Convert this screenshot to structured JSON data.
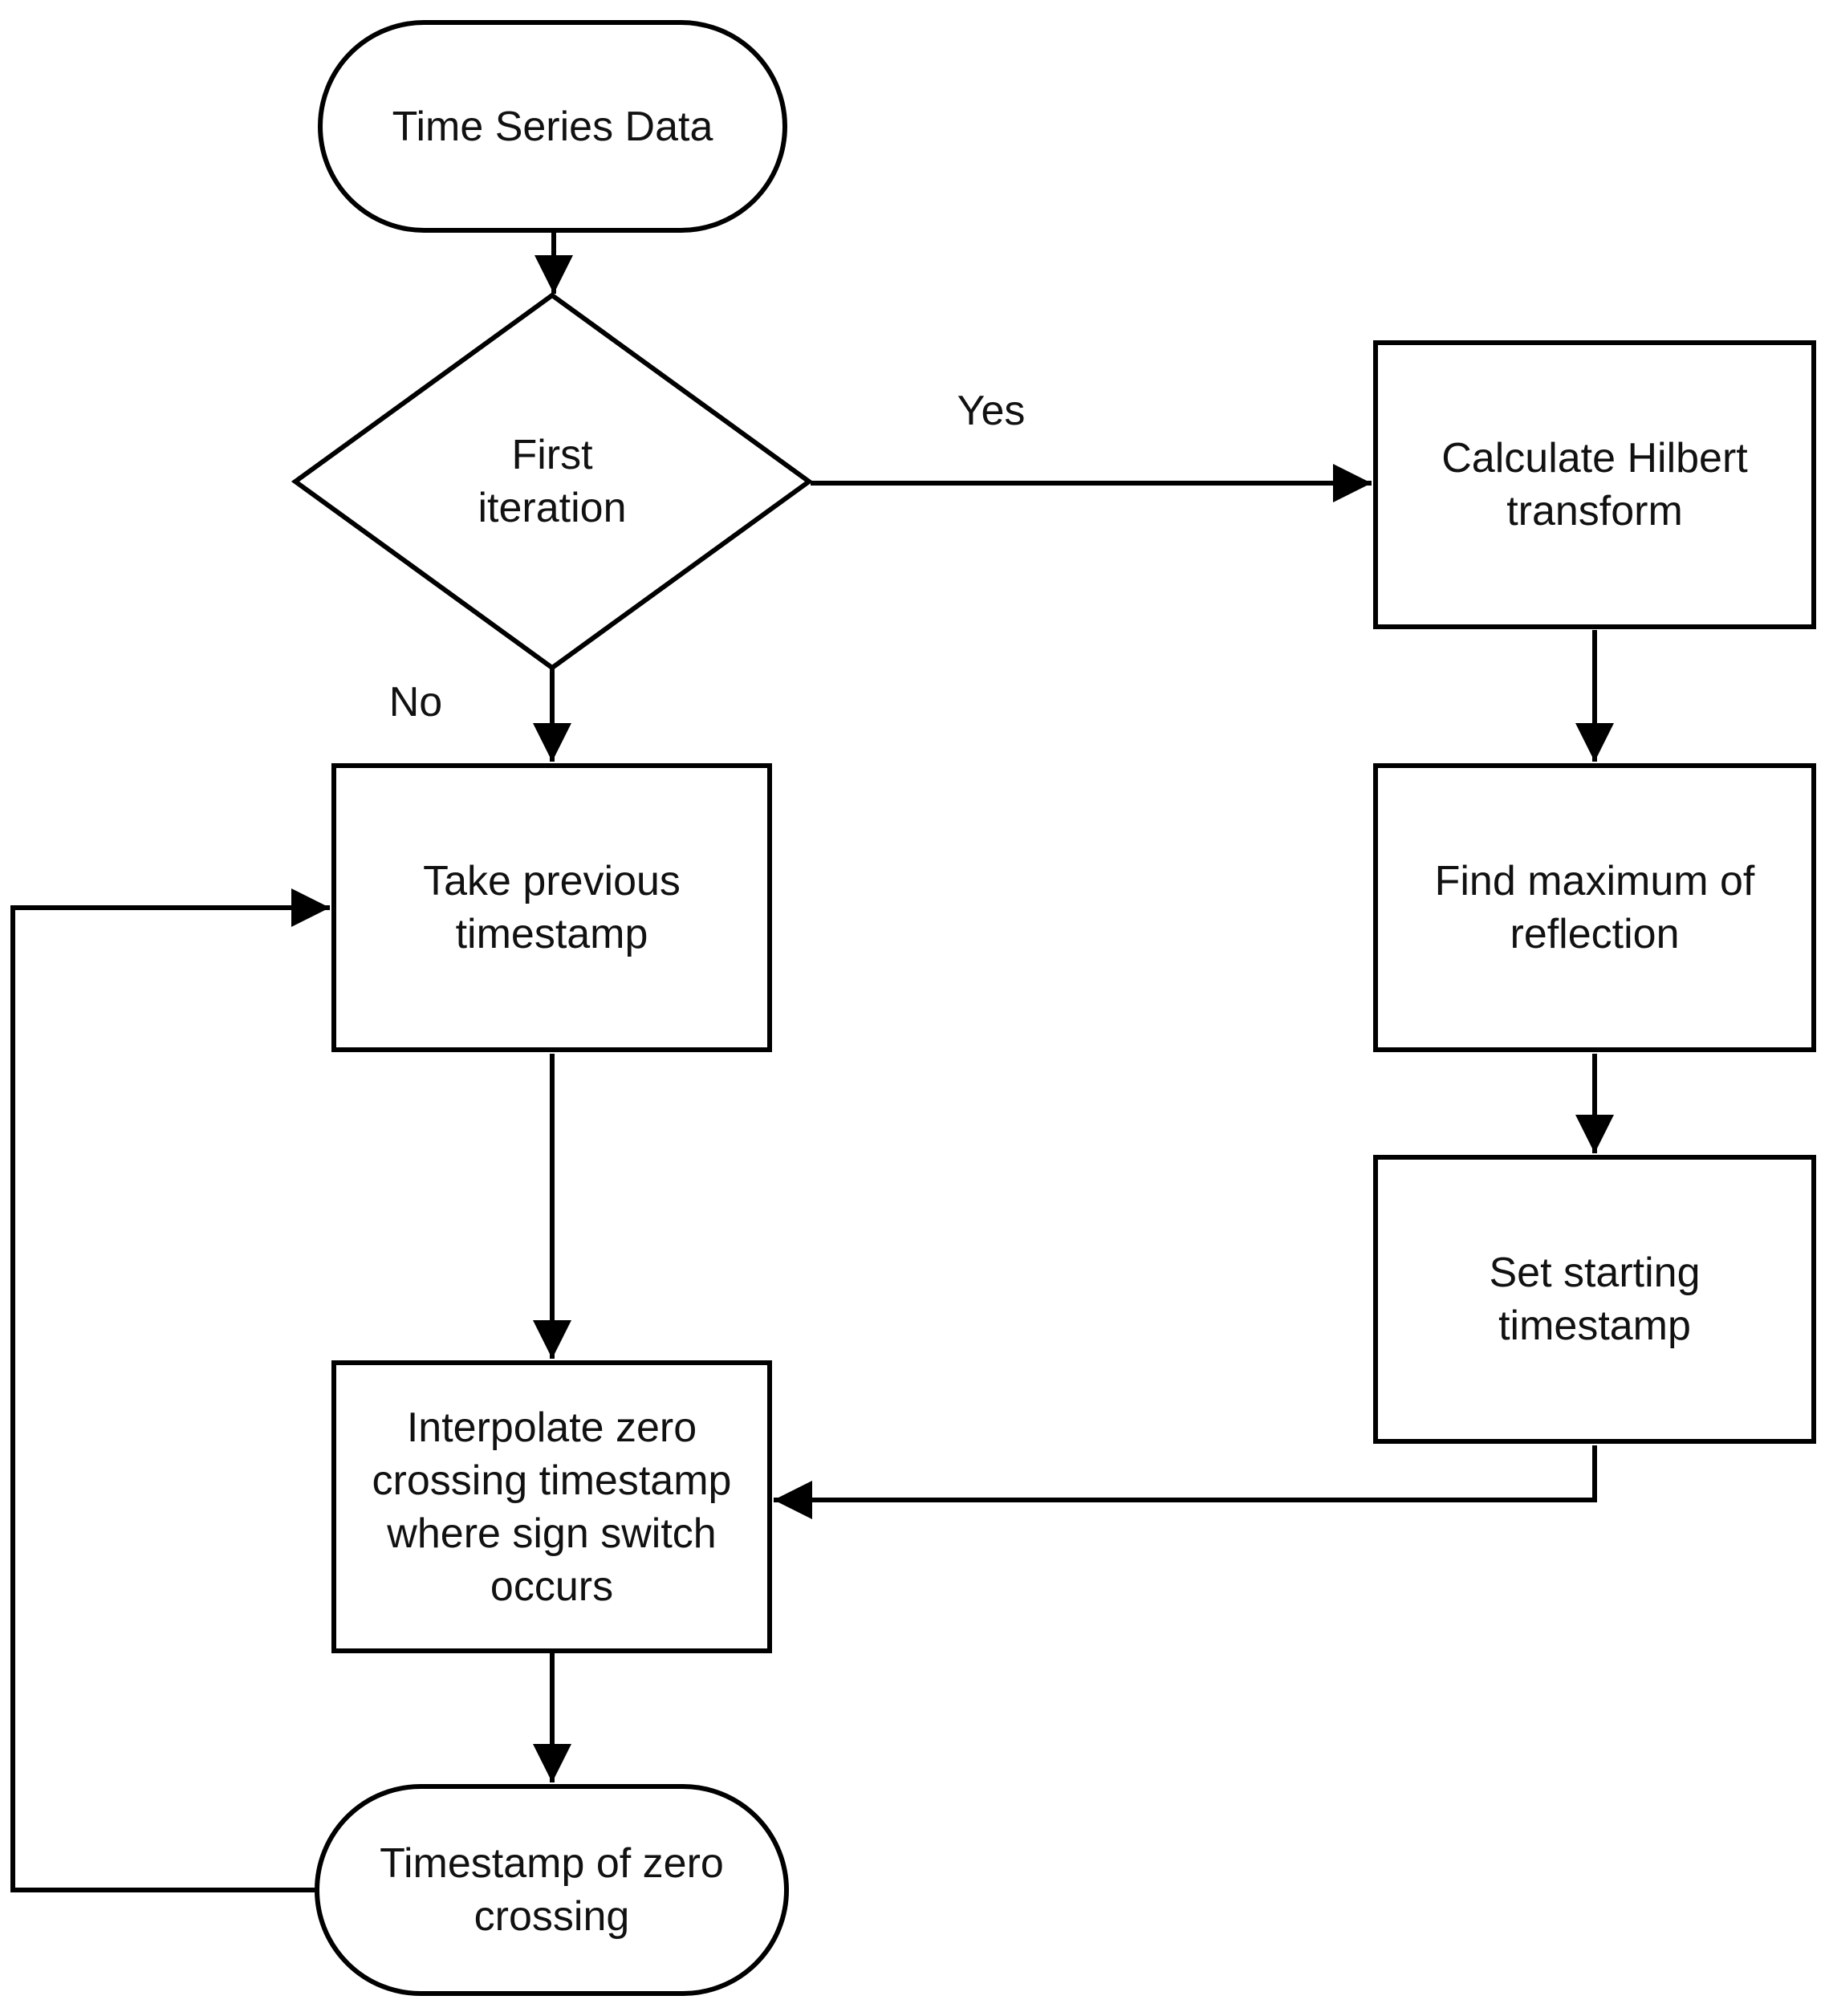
{
  "diagram": {
    "background": "#ffffff",
    "line_color": "#000000",
    "text_color": "#111111",
    "nodes": {
      "start": {
        "type": "terminator",
        "lines": [
          "Time Series Data"
        ]
      },
      "first_iteration": {
        "type": "decision",
        "lines": [
          "First",
          "iteration"
        ]
      },
      "calculate_hilbert": {
        "type": "process",
        "lines": [
          "Calculate Hilbert",
          "transform"
        ]
      },
      "take_previous": {
        "type": "process",
        "lines": [
          "Take previous",
          "timestamp"
        ]
      },
      "find_maximum": {
        "type": "process",
        "lines": [
          "Find maximum of",
          "reflection"
        ]
      },
      "set_starting": {
        "type": "process",
        "lines": [
          "Set starting",
          "timestamp"
        ]
      },
      "interpolate": {
        "type": "process",
        "lines": [
          "Interpolate zero",
          "crossing timestamp",
          "where sign switch",
          "occurs"
        ]
      },
      "end": {
        "type": "terminator",
        "lines": [
          "Timestamp of zero",
          "crossing"
        ]
      }
    },
    "edge_labels": {
      "yes": "Yes",
      "no": "No"
    }
  }
}
